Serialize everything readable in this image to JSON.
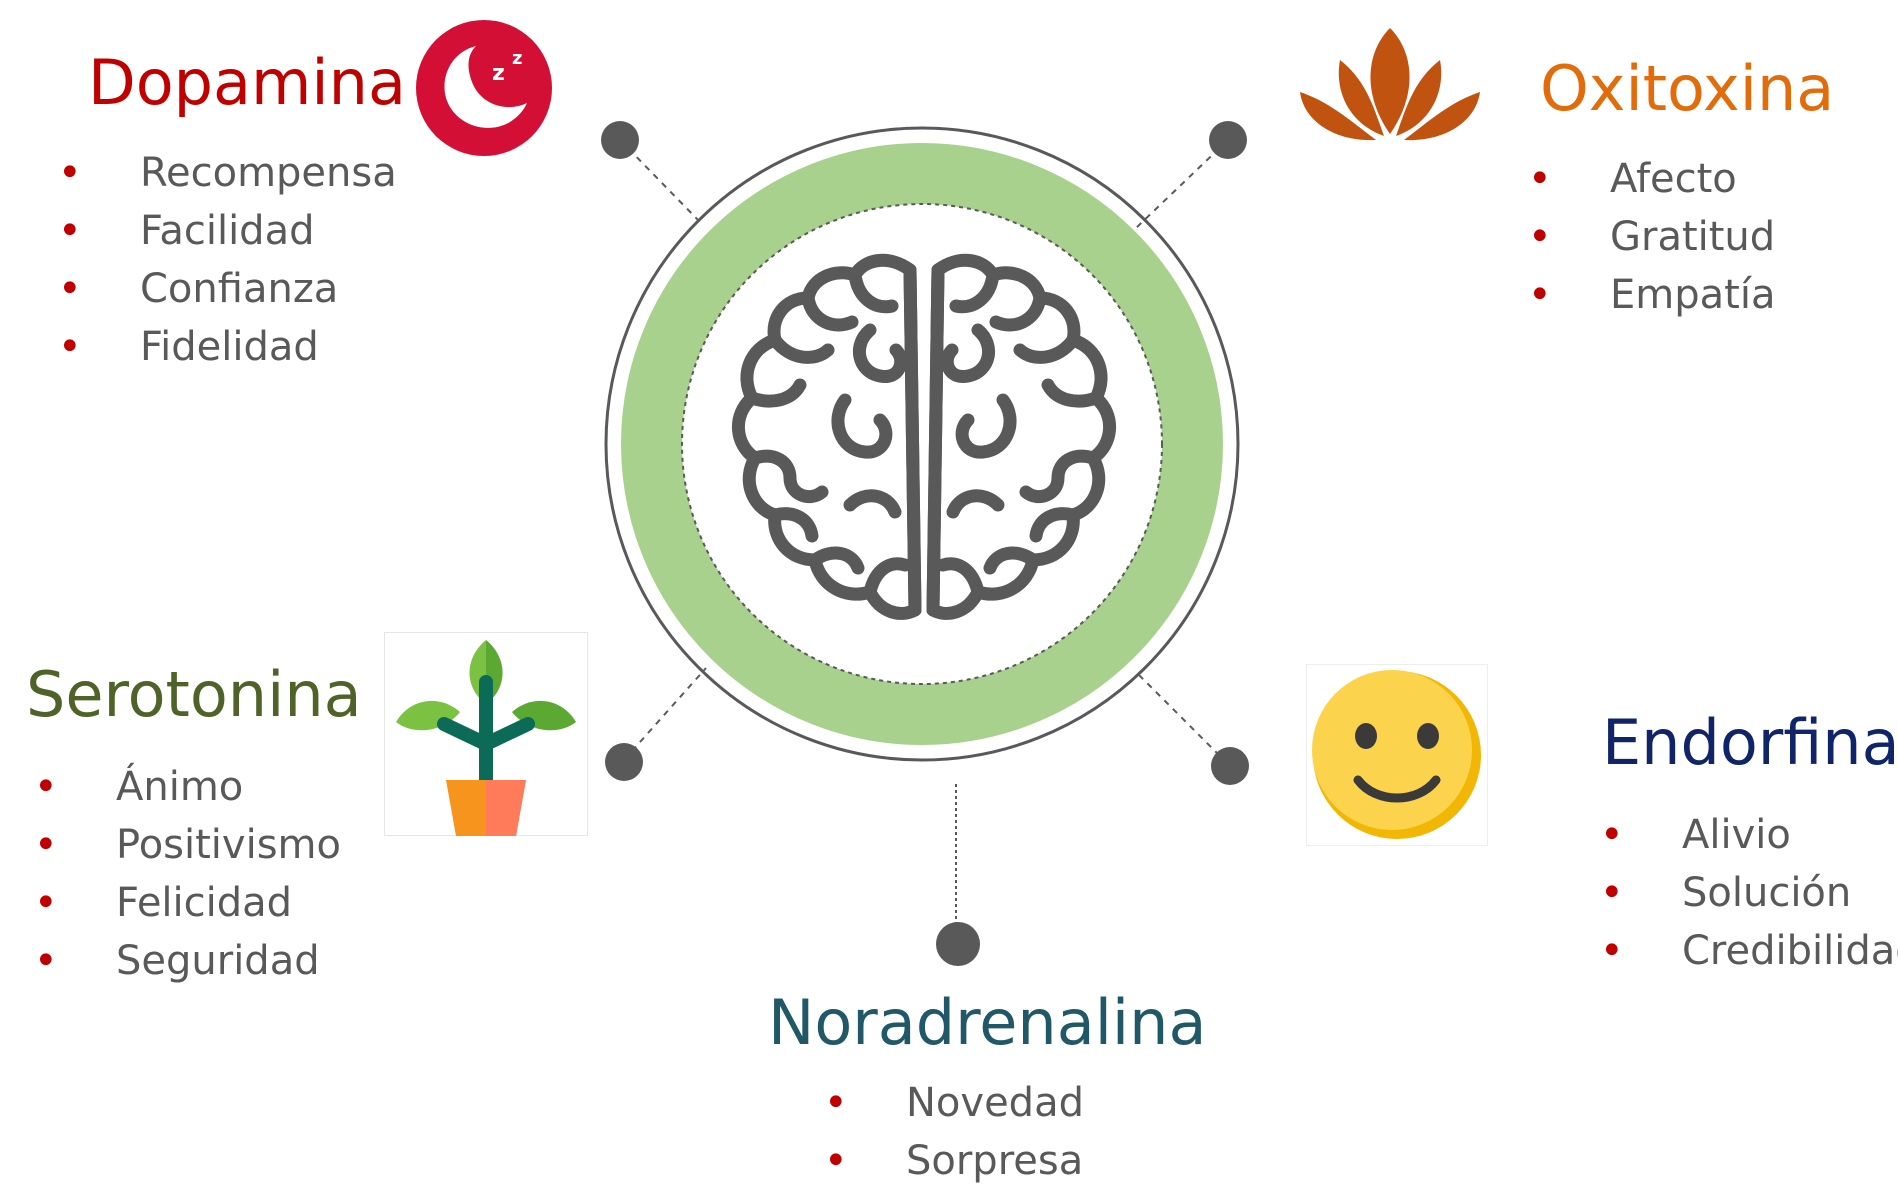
{
  "center": {
    "icon": "brain-icon",
    "ring_color": "#A9D18E"
  },
  "dopamina": {
    "title": "Dopamina",
    "color": "#C00000",
    "icon": "moon-sleep-icon",
    "items": [
      "Recompensa",
      "Facilidad",
      "Confianza",
      "Fidelidad"
    ]
  },
  "oxitoxina": {
    "title": "Oxitoxina",
    "color": "#E36C0A",
    "icon": "lotus-icon",
    "items": [
      "Afecto",
      "Gratitud",
      "Empatía"
    ]
  },
  "serotonina": {
    "title": "Serotonina",
    "color": "#4F6228",
    "icon": "plant-icon",
    "items": [
      "Ánimo",
      "Positivismo",
      "Felicidad",
      "Seguridad"
    ]
  },
  "endorfina": {
    "title": "Endorfina",
    "color": "#0F2469",
    "icon": "smiley-icon",
    "items": [
      "Alivio",
      "Solución",
      "Credibilidad"
    ]
  },
  "noradrenalina": {
    "title": "Noradrenalina",
    "color": "#215868",
    "items": [
      "Novedad",
      "Sorpresa"
    ]
  },
  "bullet": "•"
}
